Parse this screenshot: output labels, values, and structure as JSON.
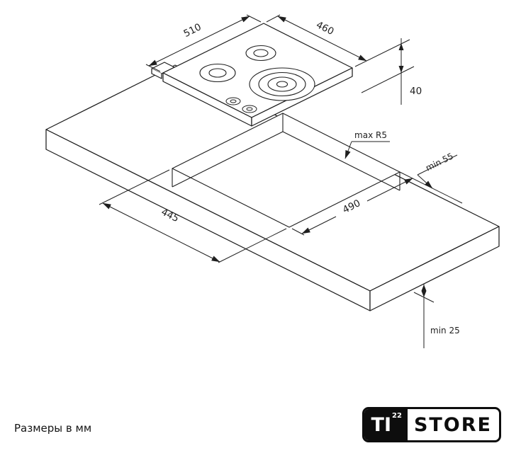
{
  "dims": {
    "hob_width": "510",
    "hob_depth": "460",
    "hob_height": "40",
    "corner_radius": "max R5",
    "rear_clearance": "min 55",
    "cutout_depth": "445",
    "cutout_width": "490",
    "bottom_clearance": "min 25"
  },
  "footer": {
    "note": "Размеры в мм"
  },
  "logo": {
    "prefix": "TI",
    "sup": "22",
    "name": "STORE"
  },
  "colors": {
    "line": "#1f1f1f",
    "background": "#ffffff"
  }
}
